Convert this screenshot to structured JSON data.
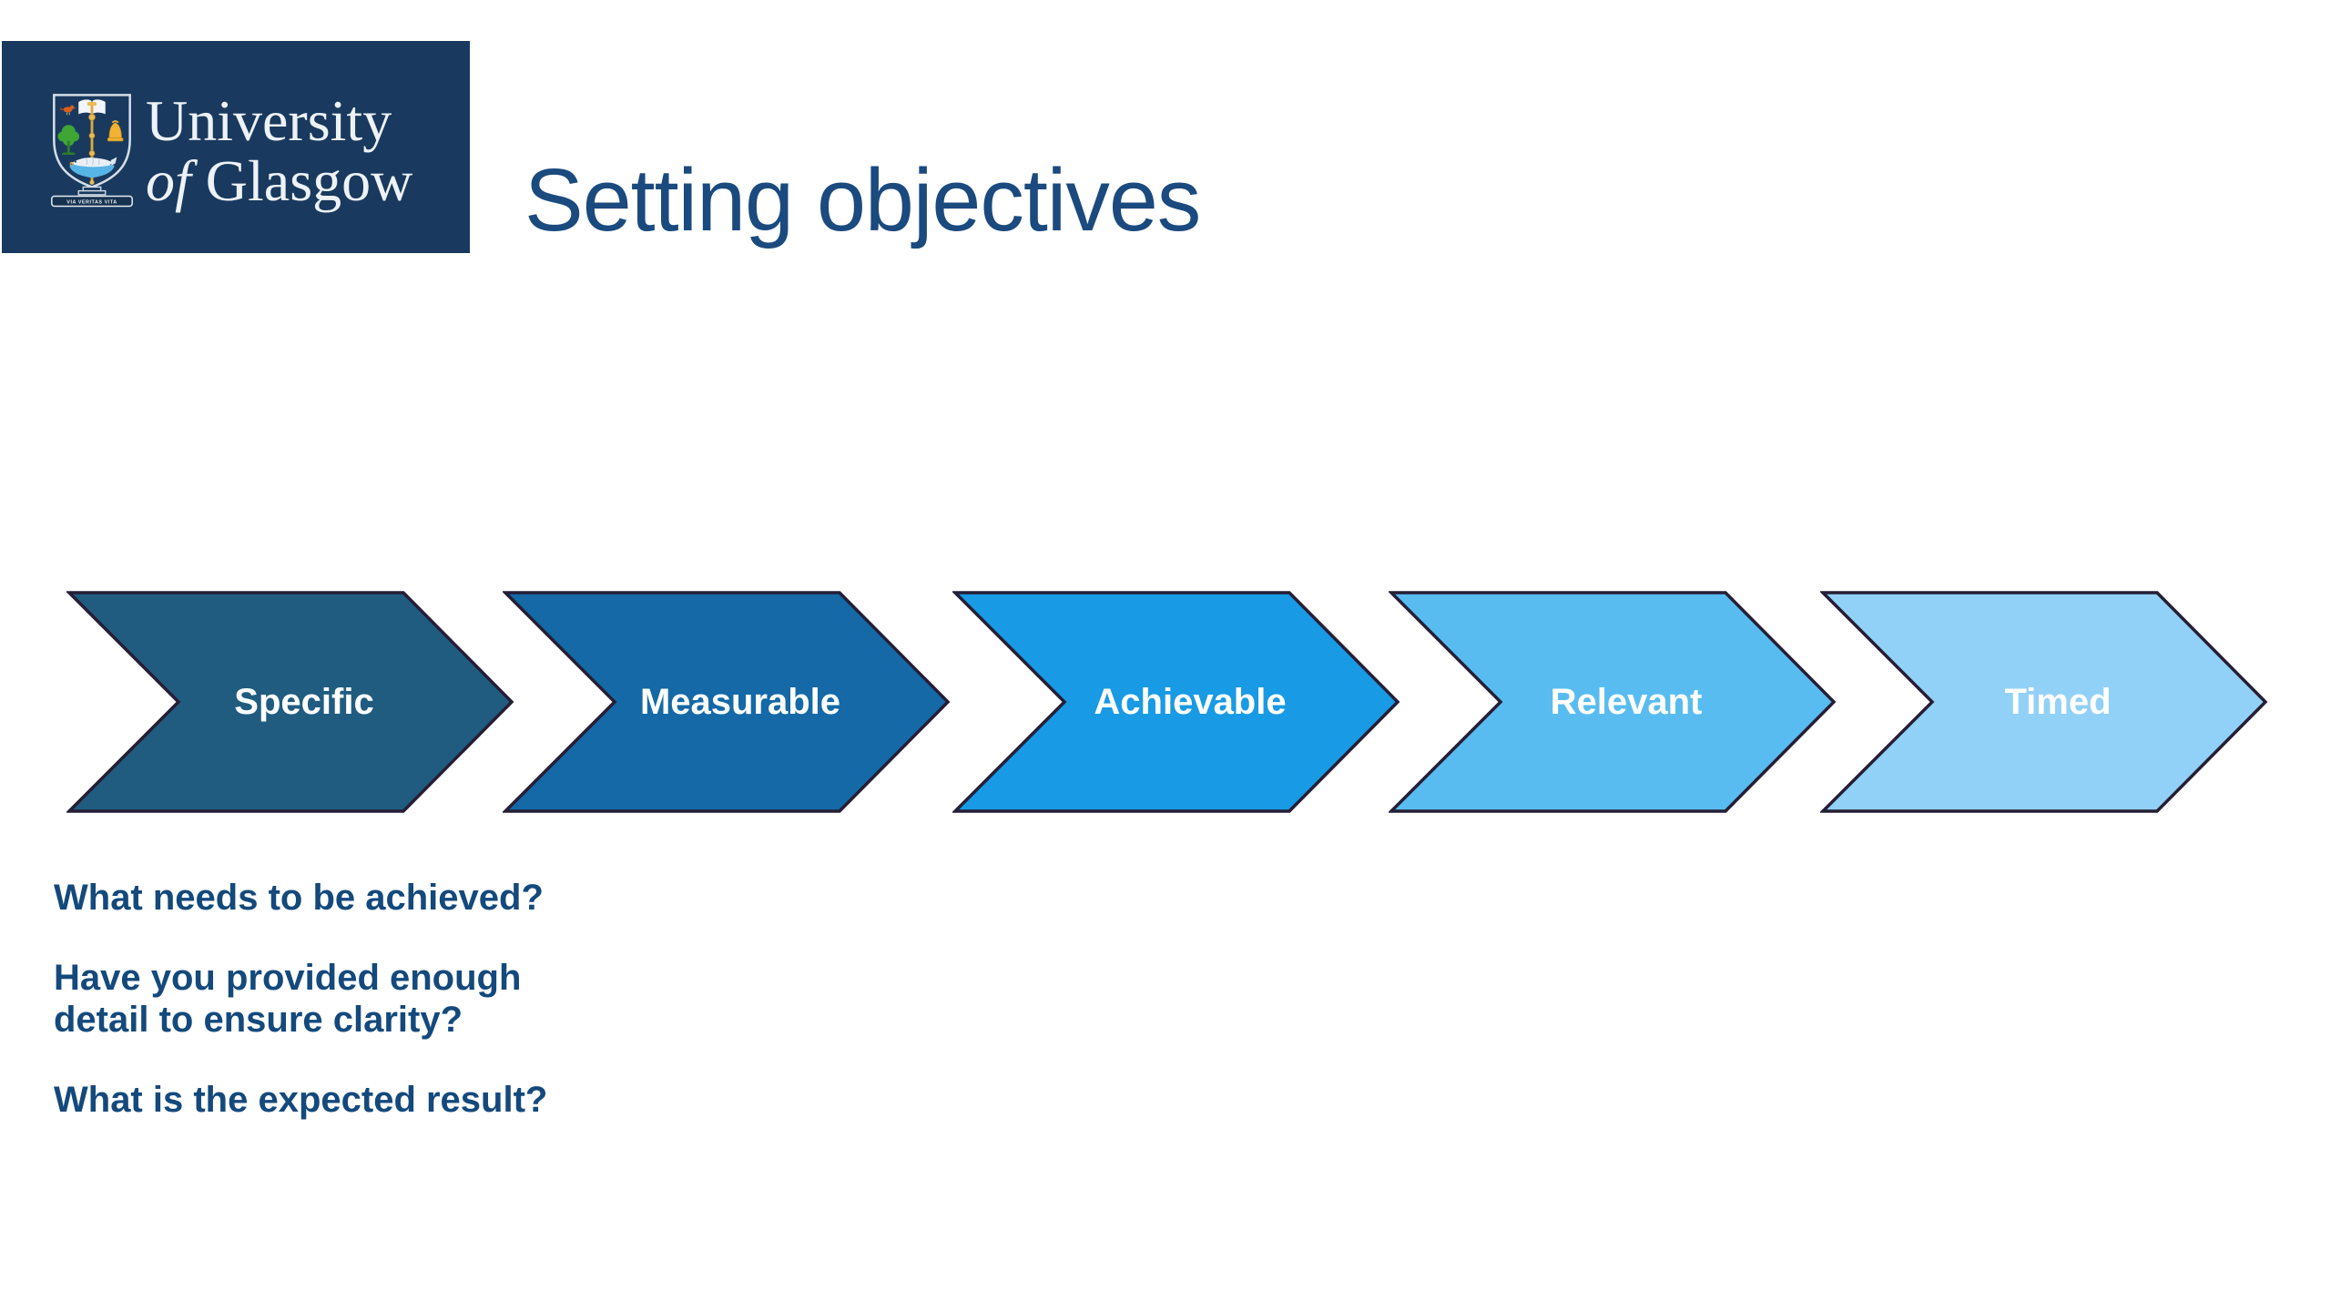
{
  "title": "Setting objectives",
  "logo": {
    "line1": "University",
    "line2_of": "of",
    "line2_name": "Glasgow",
    "motto": "VIA VERITAS VITA",
    "background_color": "#193a5e"
  },
  "diagram": {
    "type": "process-chevrons",
    "border_color": "#251e35",
    "label_color": "#ffffff",
    "steps": [
      {
        "label": "Specific",
        "color": "#205c80"
      },
      {
        "label": "Measurable",
        "color": "#1469a6"
      },
      {
        "label": "Achievable",
        "color": "#189ae5"
      },
      {
        "label": "Relevant",
        "color": "#58bcf0"
      },
      {
        "label": "Timed",
        "color": "#92d1f7"
      }
    ]
  },
  "questions": [
    {
      "lines": [
        "What needs to be achieved?"
      ]
    },
    {
      "lines": [
        "Have you provided enough",
        "detail to ensure clarity?"
      ]
    },
    {
      "lines": [
        "What is the expected result?"
      ]
    }
  ],
  "text_colors": {
    "title": "#1a4a7e",
    "questions": "#14497c"
  }
}
